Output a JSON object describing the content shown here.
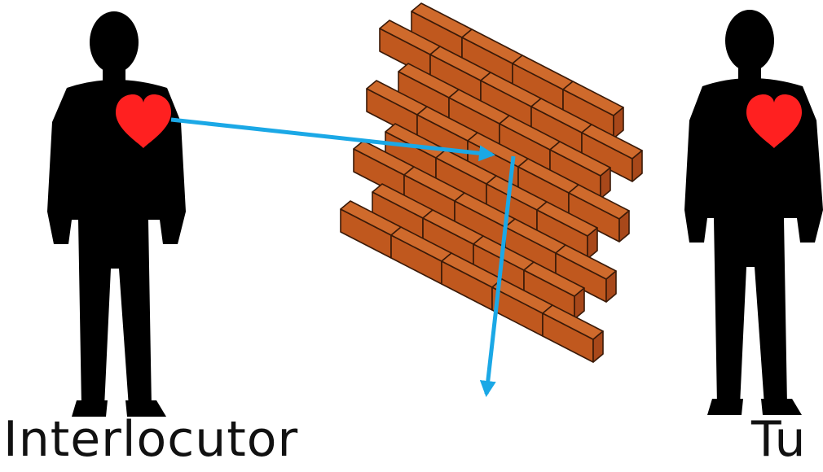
{
  "people": [
    {
      "id": "left",
      "label": "Interlocutor"
    },
    {
      "id": "right",
      "label": "Tu"
    }
  ],
  "colors": {
    "silhouette": "#000000",
    "heart": "#ff2020",
    "brick_front": "#c0581e",
    "brick_top": "#cf6a2c",
    "brick_end": "#a8481a",
    "brick_outline": "#3a1a08",
    "arrow": "#1ba8e6"
  },
  "icons": [
    "person-silhouette-icon",
    "heart-icon",
    "brick-wall-icon",
    "arrow-icon"
  ]
}
